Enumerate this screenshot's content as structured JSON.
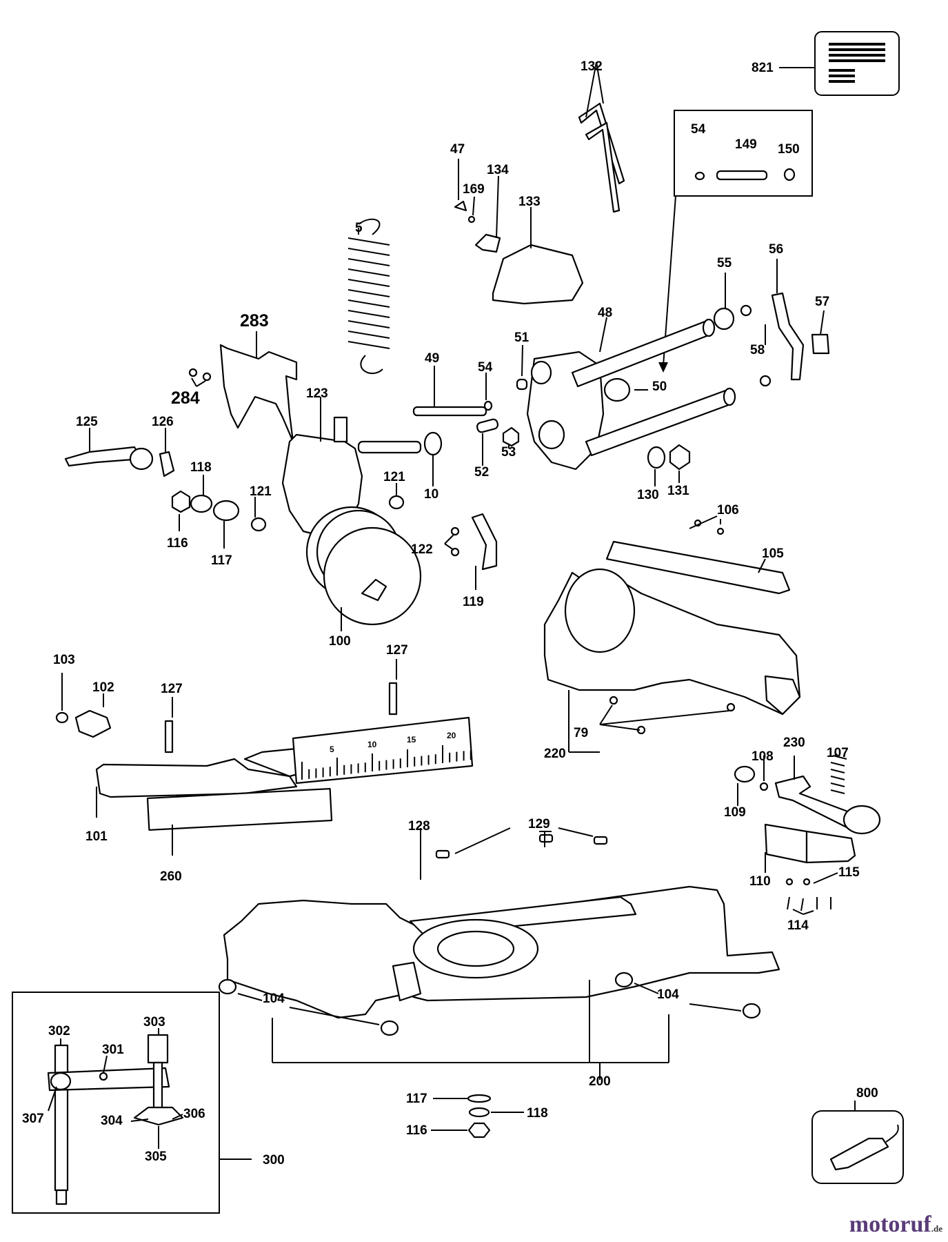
{
  "diagram": {
    "labels": [
      {
        "id": "l821",
        "text": "821"
      },
      {
        "id": "l132",
        "text": "132"
      },
      {
        "id": "l54a",
        "text": "54"
      },
      {
        "id": "l149",
        "text": "149"
      },
      {
        "id": "l150",
        "text": "150"
      },
      {
        "id": "l47",
        "text": "47"
      },
      {
        "id": "l169",
        "text": "169"
      },
      {
        "id": "l134",
        "text": "134"
      },
      {
        "id": "l133",
        "text": "133"
      },
      {
        "id": "l5",
        "text": "5"
      },
      {
        "id": "l55",
        "text": "55"
      },
      {
        "id": "l56",
        "text": "56"
      },
      {
        "id": "l57",
        "text": "57"
      },
      {
        "id": "l283",
        "text": "283"
      },
      {
        "id": "l284",
        "text": "284"
      },
      {
        "id": "l48",
        "text": "48"
      },
      {
        "id": "l58",
        "text": "58"
      },
      {
        "id": "l49",
        "text": "49"
      },
      {
        "id": "l51",
        "text": "51"
      },
      {
        "id": "l54b",
        "text": "54"
      },
      {
        "id": "l50",
        "text": "50"
      },
      {
        "id": "l123",
        "text": "123"
      },
      {
        "id": "l125",
        "text": "125"
      },
      {
        "id": "l126",
        "text": "126"
      },
      {
        "id": "l10",
        "text": "10"
      },
      {
        "id": "l52",
        "text": "52"
      },
      {
        "id": "l53",
        "text": "53"
      },
      {
        "id": "l118a",
        "text": "118"
      },
      {
        "id": "l121a",
        "text": "121"
      },
      {
        "id": "l121b",
        "text": "121"
      },
      {
        "id": "l130",
        "text": "130"
      },
      {
        "id": "l131",
        "text": "131"
      },
      {
        "id": "l116a",
        "text": "116"
      },
      {
        "id": "l117a",
        "text": "117"
      },
      {
        "id": "l106",
        "text": "106"
      },
      {
        "id": "l122",
        "text": "122"
      },
      {
        "id": "l105",
        "text": "105"
      },
      {
        "id": "l119",
        "text": "119"
      },
      {
        "id": "l100",
        "text": "100"
      },
      {
        "id": "l103",
        "text": "103"
      },
      {
        "id": "l127a",
        "text": "127"
      },
      {
        "id": "l102",
        "text": "102"
      },
      {
        "id": "l127b",
        "text": "127"
      },
      {
        "id": "l79",
        "text": "79"
      },
      {
        "id": "l220",
        "text": "220"
      },
      {
        "id": "l230",
        "text": "230"
      },
      {
        "id": "l108",
        "text": "108"
      },
      {
        "id": "l107",
        "text": "107"
      },
      {
        "id": "l101",
        "text": "101"
      },
      {
        "id": "l109",
        "text": "109"
      },
      {
        "id": "l128",
        "text": "128"
      },
      {
        "id": "l129",
        "text": "129"
      },
      {
        "id": "l260",
        "text": "260"
      },
      {
        "id": "l110",
        "text": "110"
      },
      {
        "id": "l115",
        "text": "115"
      },
      {
        "id": "l114",
        "text": "114"
      },
      {
        "id": "l303",
        "text": "303"
      },
      {
        "id": "l302",
        "text": "302"
      },
      {
        "id": "l301",
        "text": "301"
      },
      {
        "id": "l104a",
        "text": "104"
      },
      {
        "id": "l104b",
        "text": "104"
      },
      {
        "id": "l200",
        "text": "200"
      },
      {
        "id": "l307",
        "text": "307"
      },
      {
        "id": "l304",
        "text": "304"
      },
      {
        "id": "l306",
        "text": "306"
      },
      {
        "id": "l305",
        "text": "305"
      },
      {
        "id": "l300",
        "text": "300"
      },
      {
        "id": "l117b",
        "text": "117"
      },
      {
        "id": "l118b",
        "text": "118"
      },
      {
        "id": "l116b",
        "text": "116"
      },
      {
        "id": "l800",
        "text": "800"
      }
    ],
    "scale_numbers": [
      "5",
      "10",
      "15",
      "20"
    ]
  },
  "watermark": {
    "brand": "motoruf",
    "suffix": ".de"
  }
}
